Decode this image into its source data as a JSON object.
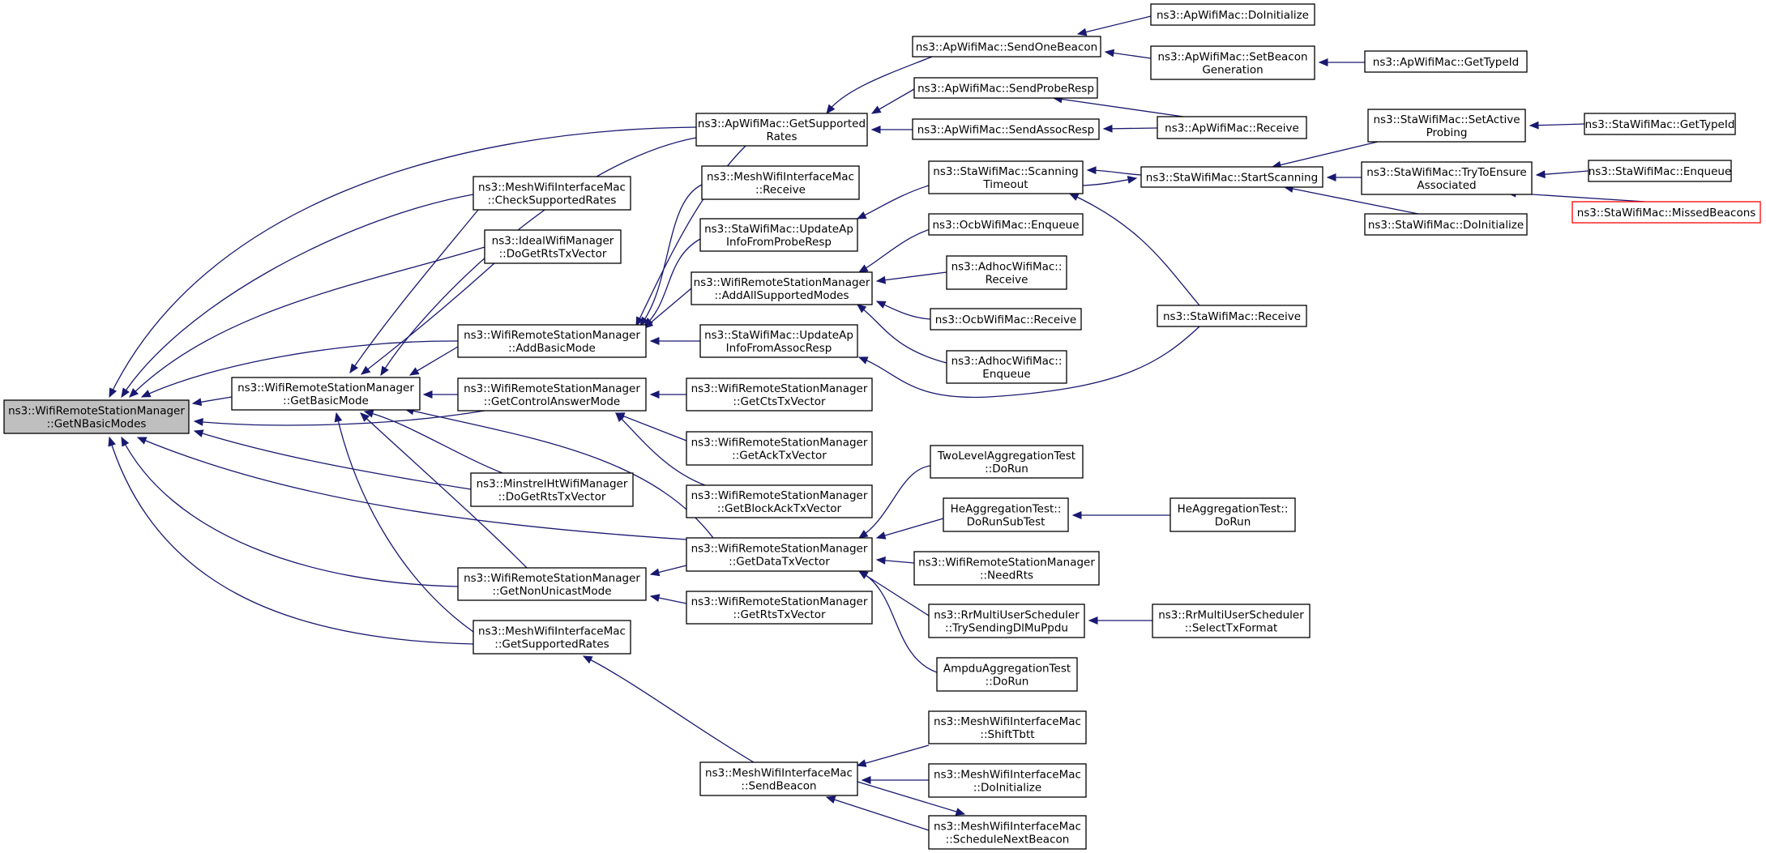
{
  "graph": {
    "edge_color": "#191970",
    "root_fill": "#bfbfbf",
    "missing_border": "#ff0000",
    "nodes": [
      {
        "id": "root",
        "lines": [
          "ns3::WifiRemoteStationManager",
          "::GetNBasicModes"
        ],
        "style": "root"
      },
      {
        "id": "getBasicMode",
        "lines": [
          "ns3::WifiRemoteStationManager",
          "::GetBasicMode"
        ]
      },
      {
        "id": "checkSupportedRates",
        "lines": [
          "ns3::MeshWifiInterfaceMac",
          "::CheckSupportedRates"
        ]
      },
      {
        "id": "idealDoGetRts",
        "lines": [
          "ns3::IdealWifiManager",
          "::DoGetRtsTxVector"
        ]
      },
      {
        "id": "addBasicMode",
        "lines": [
          "ns3::WifiRemoteStationManager",
          "::AddBasicMode"
        ]
      },
      {
        "id": "getControlAnswerMode",
        "lines": [
          "ns3::WifiRemoteStationManager",
          "::GetControlAnswerMode"
        ]
      },
      {
        "id": "minstrelDoGetRts",
        "lines": [
          "ns3::MinstrelHtWifiManager",
          "::DoGetRtsTxVector"
        ]
      },
      {
        "id": "getNonUnicastMode",
        "lines": [
          "ns3::WifiRemoteStationManager",
          "::GetNonUnicastMode"
        ]
      },
      {
        "id": "meshGetSupportedRates",
        "lines": [
          "ns3::MeshWifiInterfaceMac",
          "::GetSupportedRates"
        ]
      },
      {
        "id": "apGetSupportedRates",
        "lines": [
          "ns3::ApWifiMac::GetSupported",
          "Rates"
        ]
      },
      {
        "id": "meshReceive",
        "lines": [
          "ns3::MeshWifiInterfaceMac",
          "::Receive"
        ]
      },
      {
        "id": "staUpdateProbe",
        "lines": [
          "ns3::StaWifiMac::UpdateAp",
          "InfoFromProbeResp"
        ]
      },
      {
        "id": "addAllSupportedModes",
        "lines": [
          "ns3::WifiRemoteStationManager",
          "::AddAllSupportedModes"
        ]
      },
      {
        "id": "staUpdateAssoc",
        "lines": [
          "ns3::StaWifiMac::UpdateAp",
          "InfoFromAssocResp"
        ]
      },
      {
        "id": "getCtsTxVector",
        "lines": [
          "ns3::WifiRemoteStationManager",
          "::GetCtsTxVector"
        ]
      },
      {
        "id": "getAckTxVector",
        "lines": [
          "ns3::WifiRemoteStationManager",
          "::GetAckTxVector"
        ]
      },
      {
        "id": "getBlockAckTxVector",
        "lines": [
          "ns3::WifiRemoteStationManager",
          "::GetBlockAckTxVector"
        ]
      },
      {
        "id": "getDataTxVector",
        "lines": [
          "ns3::WifiRemoteStationManager",
          "::GetDataTxVector"
        ]
      },
      {
        "id": "getRtsTxVector",
        "lines": [
          "ns3::WifiRemoteStationManager",
          "::GetRtsTxVector"
        ]
      },
      {
        "id": "meshSendBeacon",
        "lines": [
          "ns3::MeshWifiInterfaceMac",
          "::SendBeacon"
        ]
      },
      {
        "id": "apSendOneBeacon",
        "lines": [
          "ns3::ApWifiMac::SendOneBeacon"
        ]
      },
      {
        "id": "apSendProbeResp",
        "lines": [
          "ns3::ApWifiMac::SendProbeResp"
        ]
      },
      {
        "id": "apSendAssocResp",
        "lines": [
          "ns3::ApWifiMac::SendAssocResp"
        ]
      },
      {
        "id": "staScanningTimeout",
        "lines": [
          "ns3::StaWifiMac::Scanning",
          "Timeout"
        ]
      },
      {
        "id": "ocbEnqueue",
        "lines": [
          "ns3::OcbWifiMac::Enqueue"
        ]
      },
      {
        "id": "adhocReceive",
        "lines": [
          "ns3::AdhocWifiMac::",
          "Receive"
        ]
      },
      {
        "id": "ocbReceive",
        "lines": [
          "ns3::OcbWifiMac::Receive"
        ]
      },
      {
        "id": "adhocEnqueue",
        "lines": [
          "ns3::AdhocWifiMac::",
          "Enqueue"
        ]
      },
      {
        "id": "twoLevelDoRun",
        "lines": [
          "TwoLevelAggregationTest",
          "::DoRun"
        ]
      },
      {
        "id": "heDoRunSubTest",
        "lines": [
          "HeAggregationTest::",
          "DoRunSubTest"
        ]
      },
      {
        "id": "needRts",
        "lines": [
          "ns3::WifiRemoteStationManager",
          "::NeedRts"
        ]
      },
      {
        "id": "rrTrySending",
        "lines": [
          "ns3::RrMultiUserScheduler",
          "::TrySendingDlMuPpdu"
        ]
      },
      {
        "id": "ampduDoRun",
        "lines": [
          "AmpduAggregationTest",
          "::DoRun"
        ]
      },
      {
        "id": "meshShiftTbtt",
        "lines": [
          "ns3::MeshWifiInterfaceMac",
          "::ShiftTbtt"
        ]
      },
      {
        "id": "meshDoInitialize",
        "lines": [
          "ns3::MeshWifiInterfaceMac",
          "::DoInitialize"
        ]
      },
      {
        "id": "meshScheduleNextBeacon",
        "lines": [
          "ns3::MeshWifiInterfaceMac",
          "::ScheduleNextBeacon"
        ]
      },
      {
        "id": "apDoInitialize",
        "lines": [
          "ns3::ApWifiMac::DoInitialize"
        ]
      },
      {
        "id": "apSetBeaconGeneration",
        "lines": [
          "ns3::ApWifiMac::SetBeacon",
          "Generation"
        ]
      },
      {
        "id": "apReceive",
        "lines": [
          "ns3::ApWifiMac::Receive"
        ]
      },
      {
        "id": "staStartScanning",
        "lines": [
          "ns3::StaWifiMac::StartScanning"
        ]
      },
      {
        "id": "staReceive",
        "lines": [
          "ns3::StaWifiMac::Receive"
        ]
      },
      {
        "id": "heDoRun",
        "lines": [
          "HeAggregationTest::",
          "DoRun"
        ]
      },
      {
        "id": "rrSelectTxFormat",
        "lines": [
          "ns3::RrMultiUserScheduler",
          "::SelectTxFormat"
        ]
      },
      {
        "id": "apGetTypeId",
        "lines": [
          "ns3::ApWifiMac::GetTypeId"
        ]
      },
      {
        "id": "staSetActiveProbing",
        "lines": [
          "ns3::StaWifiMac::SetActive",
          "Probing"
        ]
      },
      {
        "id": "staTryToEnsure",
        "lines": [
          "ns3::StaWifiMac::TryToEnsure",
          "Associated"
        ]
      },
      {
        "id": "staDoInitialize",
        "lines": [
          "ns3::StaWifiMac::DoInitialize"
        ]
      },
      {
        "id": "staGetTypeId",
        "lines": [
          "ns3::StaWifiMac::GetTypeId"
        ]
      },
      {
        "id": "staEnqueue",
        "lines": [
          "ns3::StaWifiMac::Enqueue"
        ]
      },
      {
        "id": "staMissedBeacons",
        "lines": [
          "ns3::StaWifiMac::MissedBeacons"
        ],
        "style": "missing"
      }
    ]
  }
}
